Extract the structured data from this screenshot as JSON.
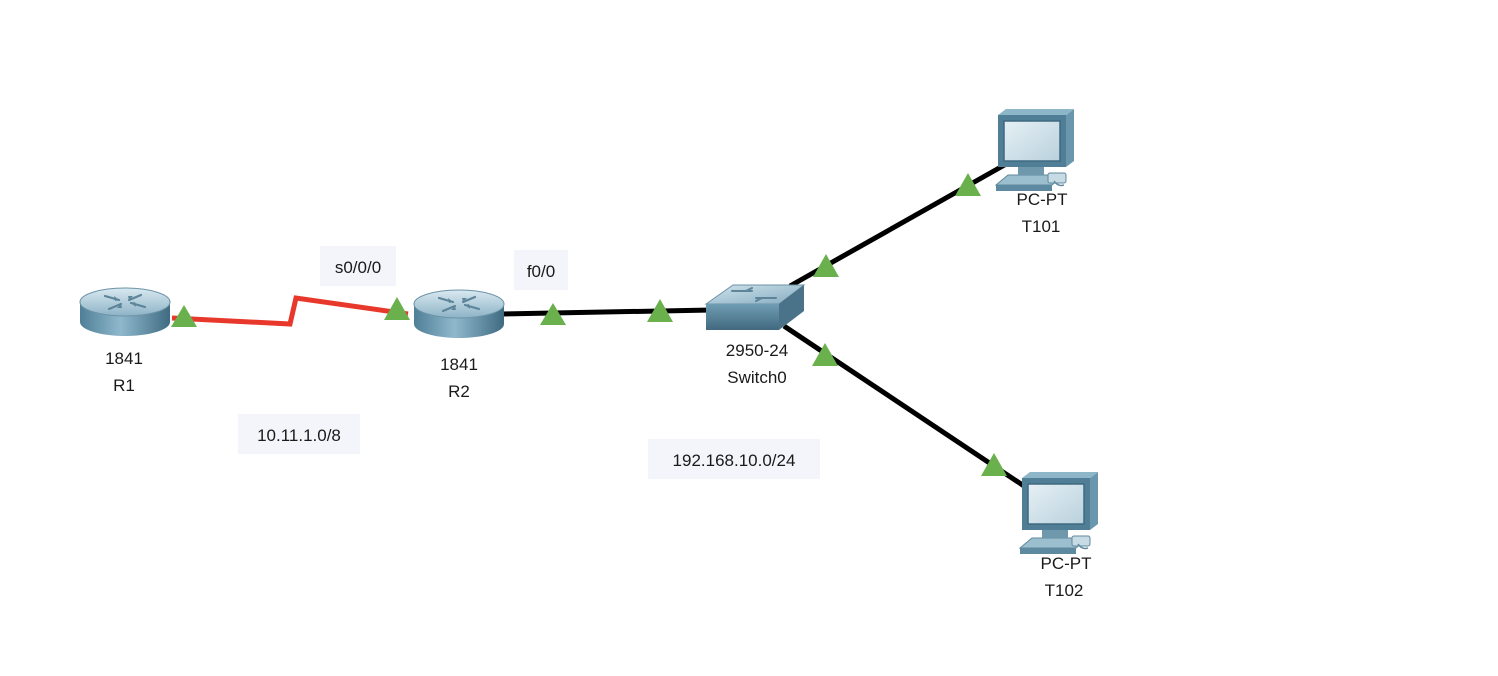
{
  "devices": {
    "r1": {
      "model": "1841",
      "name": "R1",
      "type": "router-icon"
    },
    "r2": {
      "model": "1841",
      "name": "R2",
      "type": "router-icon"
    },
    "switch0": {
      "model": "2950-24",
      "name": "Switch0",
      "type": "switch-icon"
    },
    "t101": {
      "model": "PC-PT",
      "name": "T101",
      "type": "pc-icon"
    },
    "t102": {
      "model": "PC-PT",
      "name": "T102",
      "type": "pc-icon"
    }
  },
  "notes": {
    "serial_if": "s0/0/0",
    "fast_if": "f0/0",
    "wan_net": "10.11.1.0/8",
    "lan_net": "192.168.10.0/24"
  },
  "links": {
    "r1_r2": {
      "kind": "serial",
      "color": "#e8382b"
    },
    "r2_switch0": {
      "kind": "copper-straight",
      "color": "#000000"
    },
    "switch0_t101": {
      "kind": "copper-straight",
      "color": "#000000"
    },
    "switch0_t102": {
      "kind": "copper-straight",
      "color": "#000000"
    }
  },
  "colors": {
    "link_up": "#6ab04c",
    "device_blue": "#5b8ea6"
  }
}
